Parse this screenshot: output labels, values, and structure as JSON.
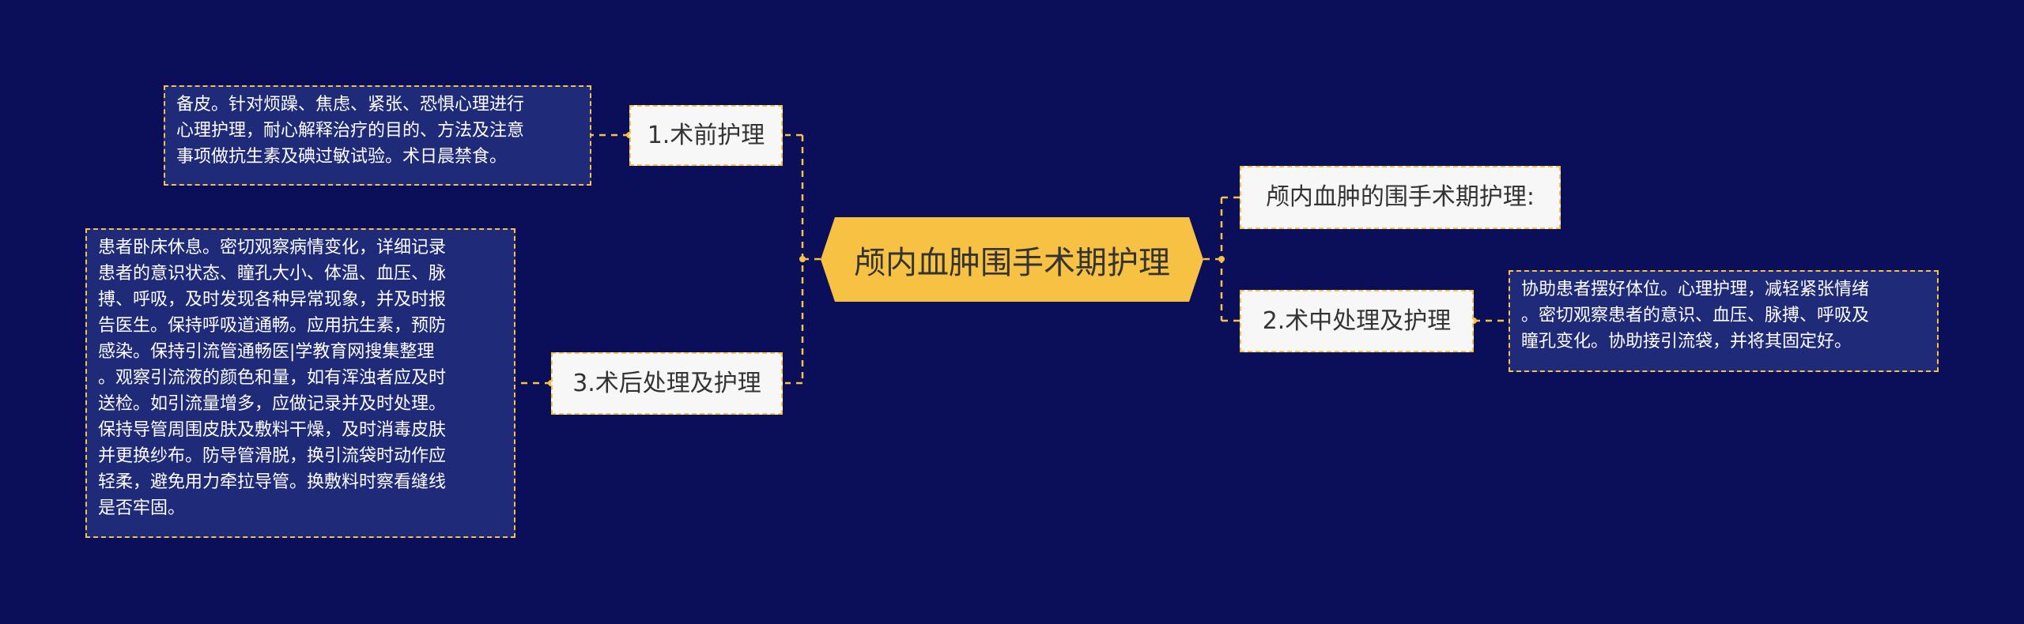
{
  "colors": {
    "background": "#0b0f59",
    "accent": "#f7c143",
    "topic_fill": "#f7f7f7",
    "leaf_fill": "#1f2a78"
  },
  "center": {
    "label": "颅内血肿围手术期护理"
  },
  "topics": {
    "preop": {
      "label": "1.术前护理",
      "detail": "备皮。针对烦躁、焦虑、紧张、恐惧心理进行\n心理护理，耐心解释治疗的目的、方法及注意\n事项做抗生素及碘过敏试验。术日晨禁食。"
    },
    "postop": {
      "label": "3.术后处理及护理",
      "detail": "患者卧床休息。密切观察病情变化，详细记录\n患者的意识状态、瞳孔大小、体温、血压、脉\n搏、呼吸，及时发现各种异常现象，并及时报\n告医生。保持呼吸道通畅。应用抗生素，预防\n感染。保持引流管通畅医|学教育网搜集整理\n。观察引流液的颜色和量，如有浑浊者应及时\n送检。如引流量增多，应做记录并及时处理。\n保持导管周围皮肤及敷料干燥，及时消毒皮肤\n并更换纱布。防导管滑脱，换引流袋时动作应\n轻柔，避免用力牵拉导管。换敷料时察看缝线\n是否牢固。"
    },
    "intro": {
      "label": "颅内血肿的围手术期护理:"
    },
    "intraop": {
      "label": "2.术中处理及护理",
      "detail": "协助患者摆好体位。心理护理，减轻紧张情绪\n。密切观察患者的意识、血压、脉搏、呼吸及\n瞳孔变化。协助接引流袋，并将其固定好。"
    }
  }
}
